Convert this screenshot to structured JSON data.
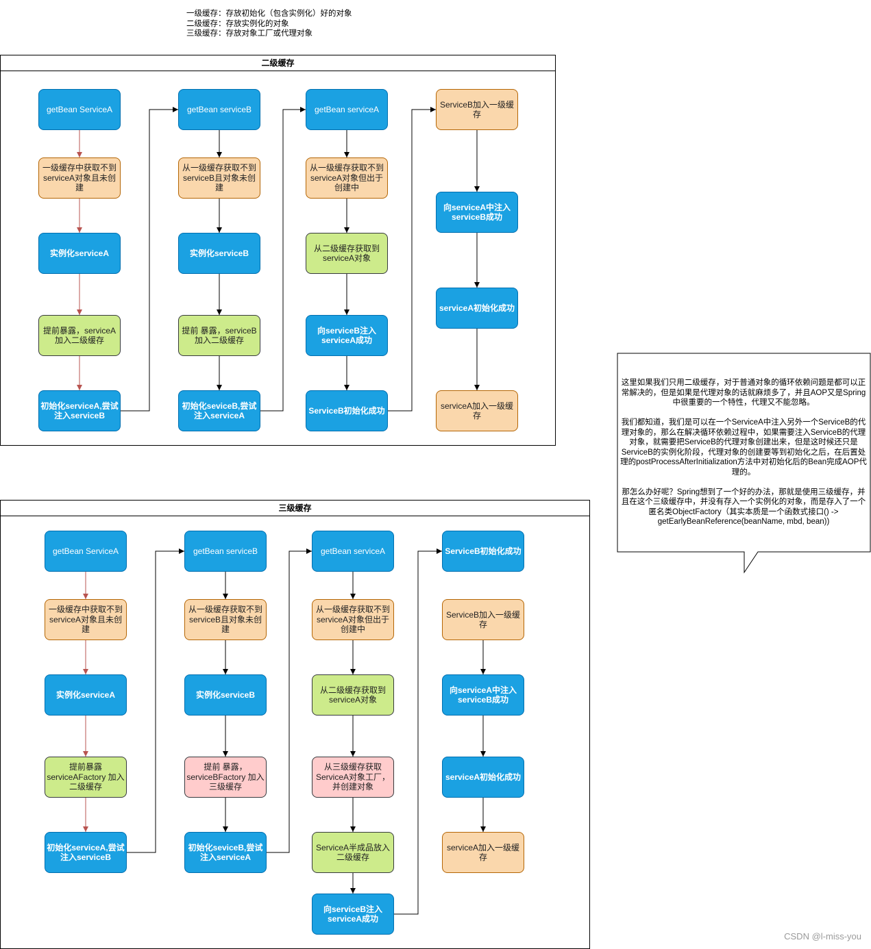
{
  "legend": {
    "line1": "一级缓存：存放初始化（包含实例化）好的对象",
    "line2": "二级缓存：存放实例化的对象",
    "line3": "三级缓存：存放对象工厂或代理对象"
  },
  "second_cache": {
    "title": "二级缓存",
    "col1": {
      "n1": "getBean ServiceA",
      "n2": "一级缓存中获取不到serviceA对象且未创建",
      "n3": "实例化serviceA",
      "n4": "提前暴露，serviceA加入二级缓存",
      "n5": "初始化serviceA,尝试注入serviceB"
    },
    "col2": {
      "n1": "getBean serviceB",
      "n2": "从一级缓存获取不到serviceB且对象未创建",
      "n3": "实例化serviceB",
      "n4": "提前 暴露，serviceB加入二级缓存",
      "n5": "初始化seviceB,尝试注入serviceA"
    },
    "col3": {
      "n1": "getBean serviceA",
      "n2": "从一级缓存获取不到serviceA对象但出于创建中",
      "n3": "从二级缓存获取到serviceA对象",
      "n4": "向serviceB注入serviceA成功",
      "n5": "ServiceB初始化成功"
    },
    "col4": {
      "n1": "ServiceB加入一级缓存",
      "n2": "向serviceA中注入serviceB成功",
      "n3": "serviceA初始化成功",
      "n4": "serviceA加入一级缓存"
    }
  },
  "third_cache": {
    "title": "三级缓存",
    "col1": {
      "n1": "getBean ServiceA",
      "n2": "一级缓存中获取不到serviceA对象且未创建",
      "n3": "实例化serviceA",
      "n4": "提前暴露 serviceAFactory 加入二级缓存",
      "n5": "初始化serviceA,尝试注入serviceB"
    },
    "col2": {
      "n1": "getBean serviceB",
      "n2": "从一级缓存获取不到serviceB且对象未创建",
      "n3": "实例化serviceB",
      "n4": "提前 暴露，serviceBFactory 加入三级缓存",
      "n5": "初始化seviceB,尝试注入serviceA"
    },
    "col3": {
      "n1": "getBean serviceA",
      "n2": "从一级缓存获取不到serviceA对象但出于创建中",
      "n3": "从二级缓存获取到serviceA对象",
      "n4": "从三级缓存获取ServiceA对象工厂，并创建对象",
      "n5": "ServiceA半成品放入二级缓存",
      "n6": "向serviceB注入serviceA成功"
    },
    "col4": {
      "n1": "ServiceB初始化成功",
      "n2": "ServiceB加入一级缓存",
      "n3": "向serviceA中注入serviceB成功",
      "n4": "serviceA初始化成功",
      "n5": "serviceA加入一级缓存"
    }
  },
  "note": {
    "p1": "这里如果我们只用二级缓存，对于普通对象的循环依赖问题是都可以正常解决的，但是如果是代理对象的话就麻烦多了，并且AOP又是Spring中很重要的一个特性，代理又不能忽略。",
    "p2": "我们都知道，我们是可以在一个ServiceA中注入另外一个ServiceB的代理对象的，那么在解决循环依赖过程中，如果需要注入ServiceB的代理对象，就需要把ServiceB的代理对象创建出来，但是这时候还只是ServiceB的实例化阶段，代理对象的创建要等到初始化之后，在后置处理的postProcessAfterInitialization方法中对初始化后的Bean完成AOP代理的。",
    "p3": "那怎么办好呢？Spring想到了一个好的办法，那就是使用三级缓存，并且在这个三级缓存中，并没有存入一个实例化的对象，而是存入了一个匿名类ObjectFactory（其实本质是一个函数式接口() -> getEarlyBeanReference(beanName, mbd, bean))"
  },
  "watermark": "CSDN @l-miss-you",
  "colors": {
    "blue_fill": "#1ba1e2",
    "orange_fill": "#fad7ac",
    "green_fill": "#cdeb8b",
    "pink_fill": "#ffcccc",
    "red_edge": "#b85450",
    "black_edge": "#000000"
  }
}
